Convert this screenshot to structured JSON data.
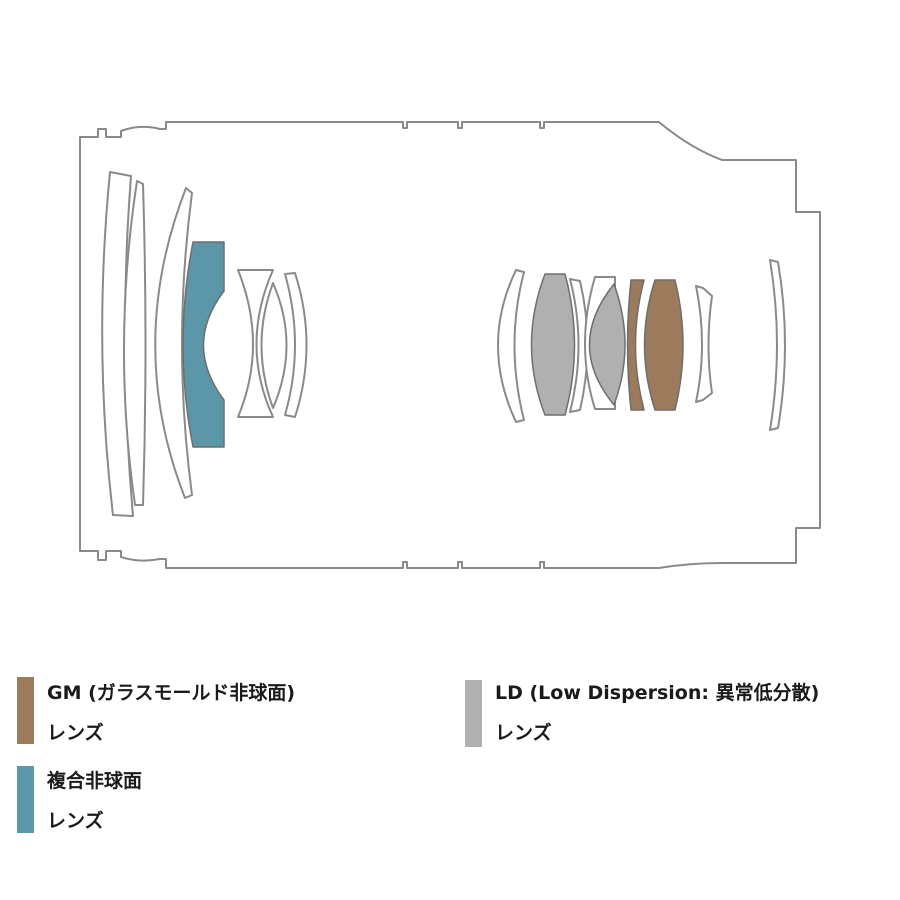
{
  "colors": {
    "outline": "#8a8a8a",
    "gm": "#9c7a5c",
    "hybrid": "#5b97a8",
    "ld": "#b0b0b0"
  },
  "legend": [
    {
      "id": "gm",
      "line1": "GM (ガラスモールド非球面)",
      "line2": "レンズ",
      "color": "#9c7a5c"
    },
    {
      "id": "hybrid",
      "line1": "複合非球面",
      "line2": "レンズ",
      "color": "#5b97a8"
    },
    {
      "id": "ld",
      "line1": "LD (Low Dispersion: 異常低分散)",
      "line2": "レンズ",
      "color": "#b0b0b0"
    }
  ]
}
